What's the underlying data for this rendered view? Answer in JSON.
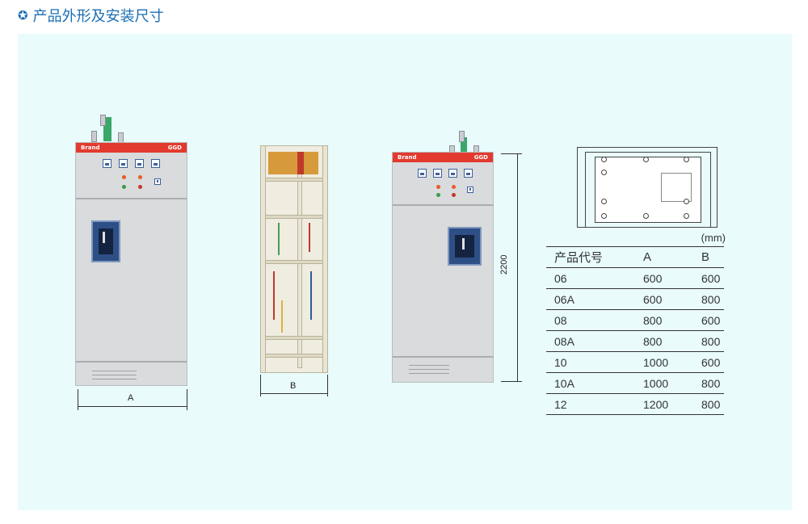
{
  "heading": {
    "icon": "star-icon",
    "title": "产品外形及安装尺寸"
  },
  "cabinets": {
    "front": {
      "bar_left": "Brand",
      "bar_right": "GGD",
      "dim_width": "A"
    },
    "side": {
      "dim_depth": "B"
    },
    "front2": {
      "bar_left": "Brand",
      "bar_right": "GGD",
      "dim_height": "2200"
    }
  },
  "table": {
    "unit": "(mm)",
    "headers": [
      "产品代号",
      "A",
      "B"
    ],
    "rows": [
      [
        "06",
        "600",
        "600"
      ],
      [
        "06A",
        "600",
        "800"
      ],
      [
        "08",
        "800",
        "600"
      ],
      [
        "08A",
        "800",
        "800"
      ],
      [
        "10",
        "1000",
        "600"
      ],
      [
        "10A",
        "1000",
        "800"
      ],
      [
        "12",
        "1200",
        "800"
      ]
    ]
  },
  "colors": {
    "accent": "#1a6fb5",
    "panel_bg": "#e9fbfb",
    "cabinet_red": "#e23a2f",
    "cabinet_grey": "#d9dbdc"
  }
}
